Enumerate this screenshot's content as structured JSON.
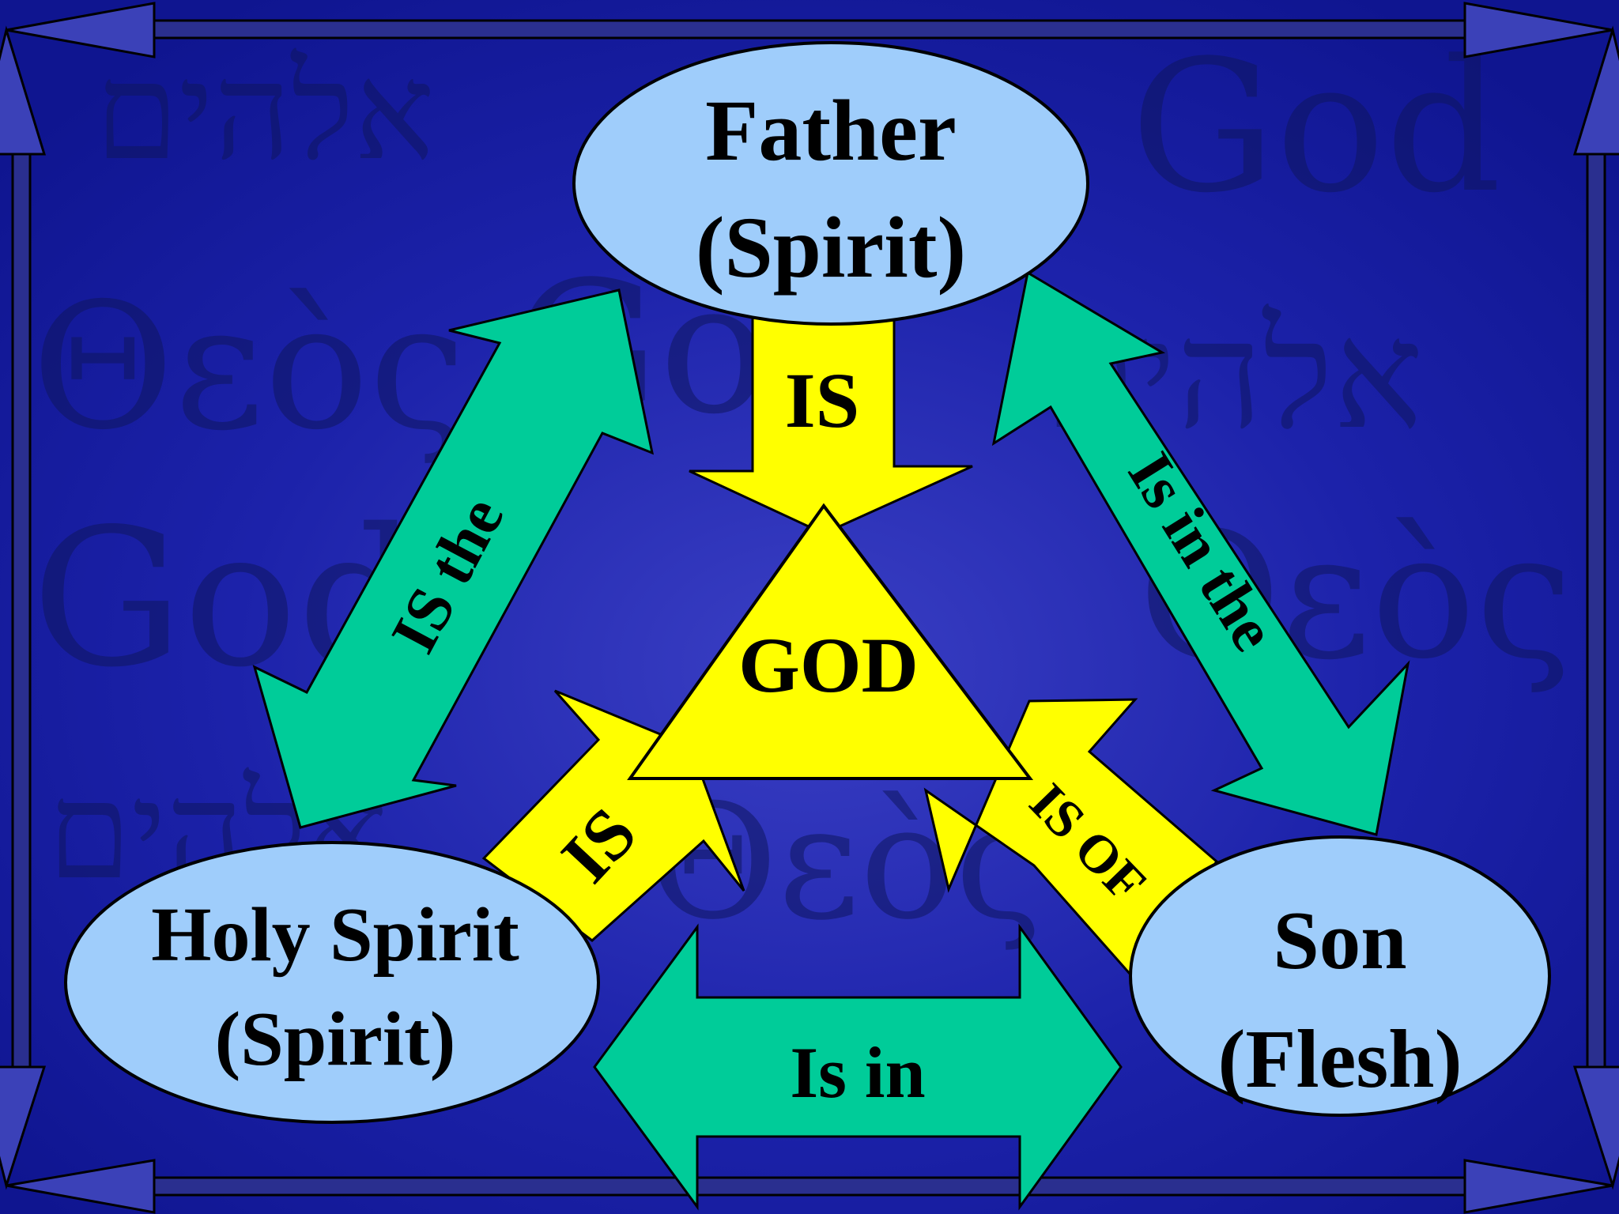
{
  "colors": {
    "background": "#1a1ea6",
    "background_glow": "#3a3fc4",
    "frame": "#2a2f8f",
    "node_fill": "#9fcdfb",
    "yellow": "#ffff00",
    "teal": "#00cc99",
    "outline": "#000000"
  },
  "nodes": {
    "father": {
      "line1": "Father",
      "line2": "(Spirit)"
    },
    "holy_spirit": {
      "line1": "Holy Spirit",
      "line2": "(Spirit)"
    },
    "son": {
      "line1": "Son",
      "line2": "(Flesh)"
    }
  },
  "center": {
    "label": "GOD"
  },
  "yellow_arrows": {
    "father_to_god": "IS",
    "holy_spirit_to_god": "IS",
    "son_to_god": "IS OF"
  },
  "teal_arrows": {
    "father_holy_spirit": "IS the",
    "father_son": "Is in the",
    "holy_spirit_son": "Is in"
  },
  "background_glyphs": [
    "אלהים",
    "God",
    "Θεὸς",
    "God",
    "אלהים",
    "Θεὸς",
    "God",
    "Θεὸς",
    "אלהים"
  ],
  "icons": [
    "corner-arrow-icon"
  ]
}
